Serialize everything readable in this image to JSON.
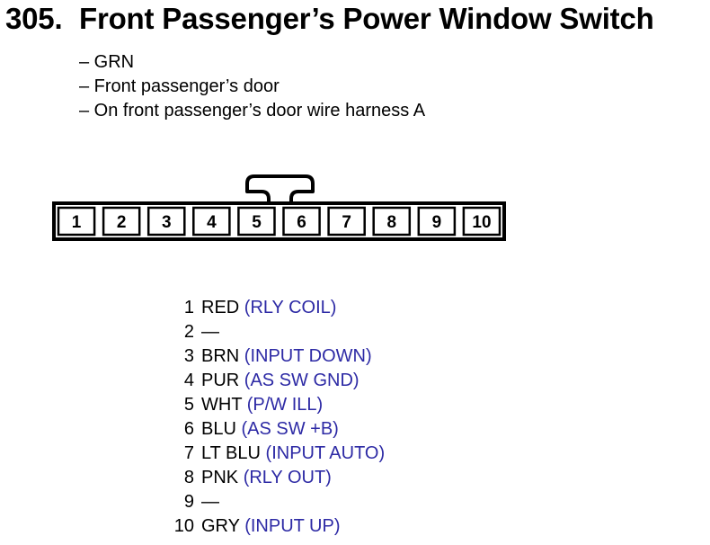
{
  "header": {
    "number": "305.",
    "title": "Front Passenger’s Power Window Switch"
  },
  "info": [
    "– GRN",
    "– Front passenger’s door",
    "– On front passenger’s door wire harness A"
  ],
  "connector": {
    "cavities": [
      "1",
      "2",
      "3",
      "4",
      "5",
      "6",
      "7",
      "8",
      "9",
      "10"
    ]
  },
  "pins": [
    {
      "pin": "1",
      "color": "RED",
      "function": "(RLY COIL)"
    },
    {
      "pin": "2",
      "color": "—",
      "function": ""
    },
    {
      "pin": "3",
      "color": "BRN",
      "function": "(INPUT DOWN)"
    },
    {
      "pin": "4",
      "color": "PUR",
      "function": "(AS SW GND)"
    },
    {
      "pin": "5",
      "color": "WHT",
      "function": "(P/W ILL)"
    },
    {
      "pin": "6",
      "color": "BLU",
      "function": "(AS SW +B)"
    },
    {
      "pin": "7",
      "color": "LT BLU",
      "function": "(INPUT AUTO)"
    },
    {
      "pin": "8",
      "color": "PNK",
      "function": "(RLY OUT)"
    },
    {
      "pin": "9",
      "color": "—",
      "function": ""
    },
    {
      "pin": "10",
      "color": "GRY",
      "function": "(INPUT UP)"
    }
  ],
  "colors": {
    "function_text": "#2d2aa5",
    "text": "#000000"
  }
}
